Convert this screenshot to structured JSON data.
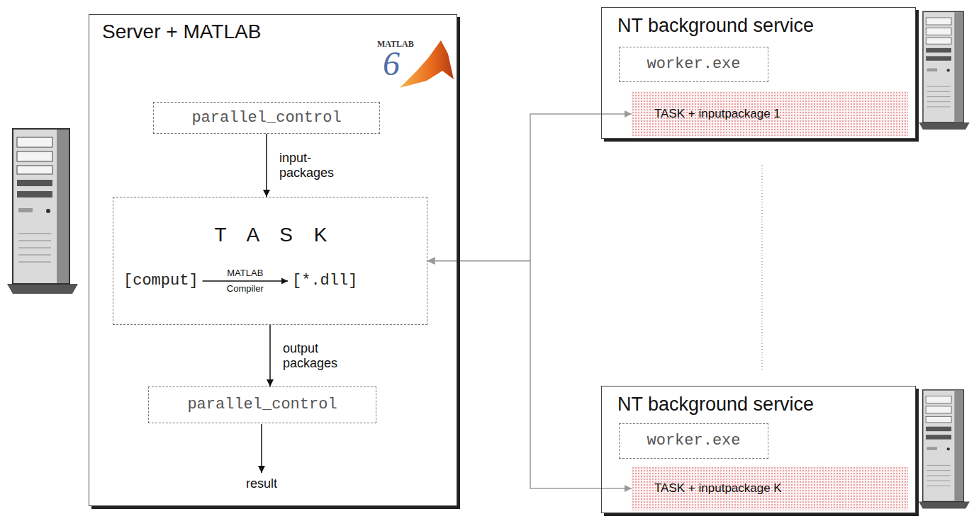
{
  "diagram": {
    "nodes": [
      {
        "text": [
          "Server + MATLAB"
        ]
      },
      {
        "text": [
          "parallel_control"
        ],
        "in": 0
      },
      {
        "text": [
          "T A S K",
          "[comput]",
          "MATLAB",
          "Compiler",
          "[*.dll]"
        ],
        "in": 0
      },
      {
        "text": [
          "parallel_control"
        ],
        "in": 0
      },
      {
        "text": [
          "NT background service"
        ]
      },
      {
        "text": [
          "worker.exe"
        ],
        "in": 4
      },
      {
        "text": [
          "TASK + inputpackage 1"
        ],
        "in": 4
      },
      {
        "text": [
          "NT background service"
        ]
      },
      {
        "text": [
          "worker.exe"
        ],
        "in": 7
      },
      {
        "text": [
          "TASK + inputpackage K"
        ],
        "in": 7
      }
    ],
    "edges": [
      {
        "from": 1,
        "to": 2,
        "arrow": "to",
        "label": "input- packages"
      },
      {
        "from": 2,
        "to": 3,
        "arrow": "to",
        "label": "output packages"
      },
      {
        "from": 2,
        "to": 6,
        "arrow": "both"
      },
      {
        "from": 2,
        "to": 9,
        "arrow": "both"
      }
    ],
    "labels": [
      "MATLAB",
      "6",
      "result"
    ]
  }
}
